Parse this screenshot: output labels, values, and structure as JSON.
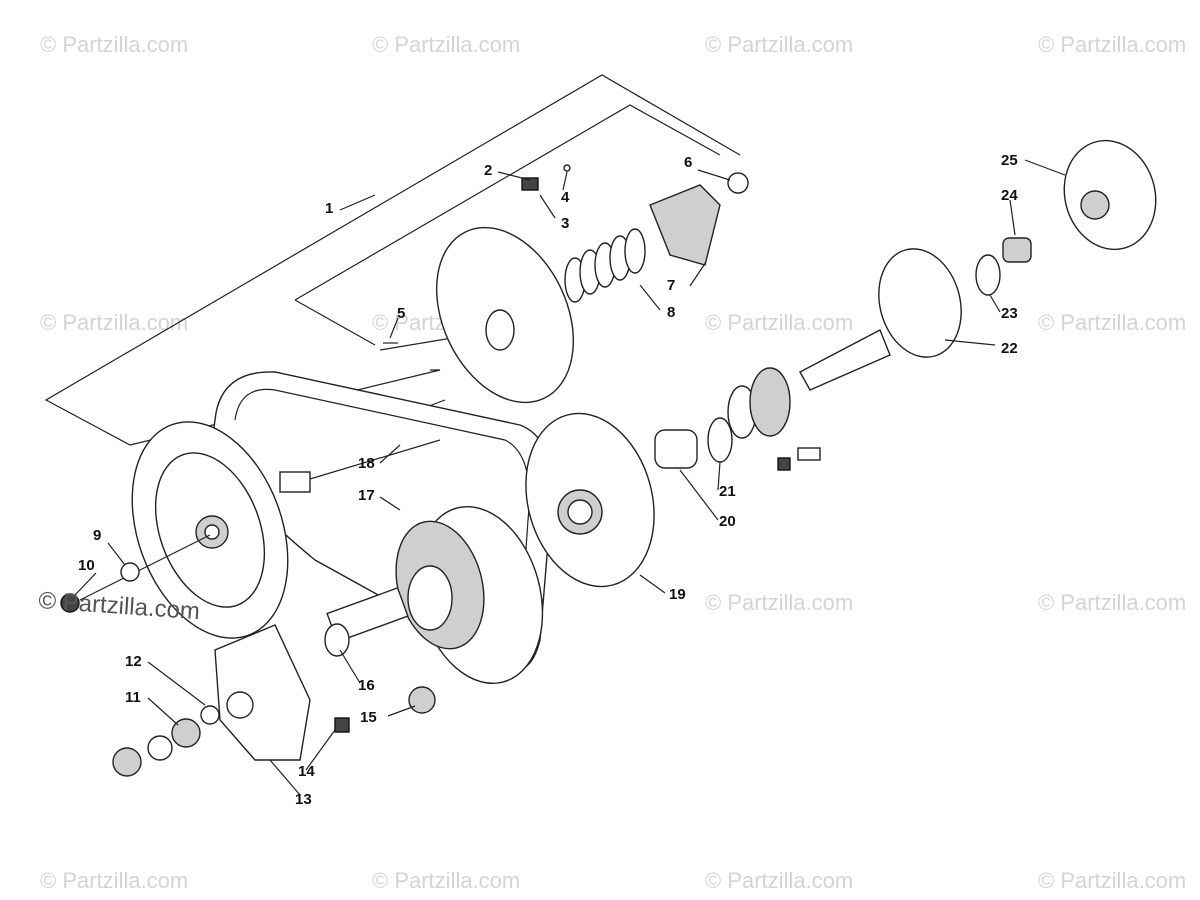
{
  "watermark": {
    "text": "© Partzilla.com",
    "main_text": "© Partzilla.com"
  },
  "callouts": [
    "1",
    "2",
    "3",
    "4",
    "5",
    "6",
    "7",
    "8",
    "9",
    "10",
    "11",
    "12",
    "13",
    "14",
    "15",
    "16",
    "17",
    "18",
    "19",
    "20",
    "21",
    "22",
    "23",
    "24",
    "25"
  ],
  "colors": {
    "line": "#222222",
    "watermark": "#d4d4d4",
    "background": "#ffffff"
  }
}
